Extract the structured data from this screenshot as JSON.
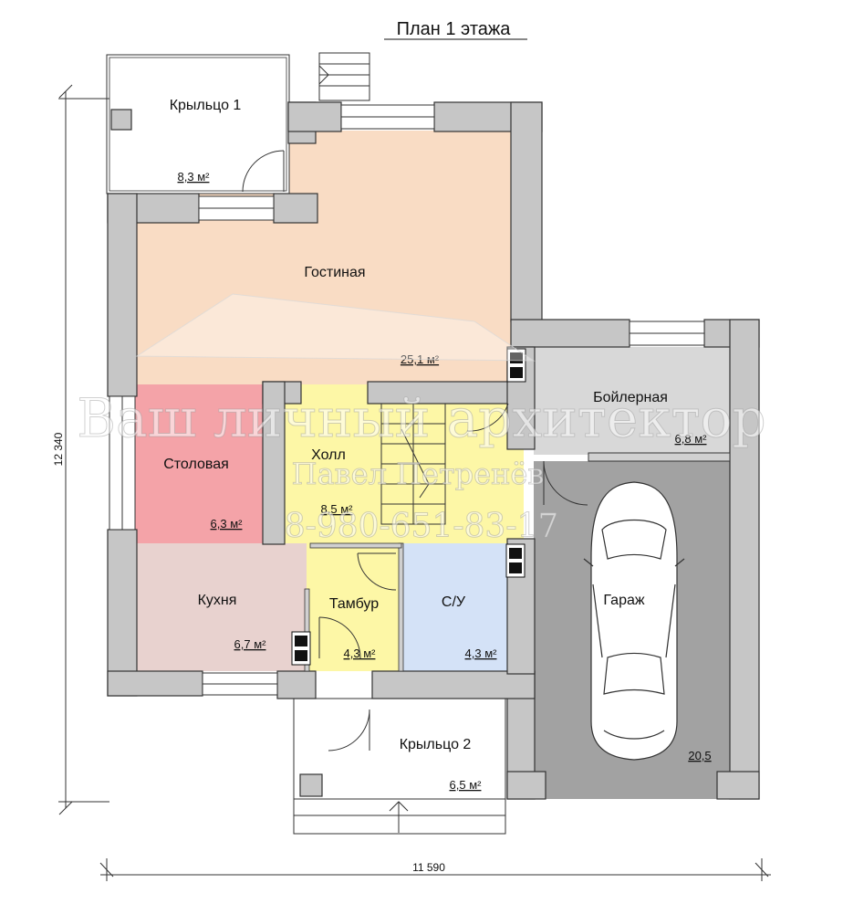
{
  "title": "План 1 этажа",
  "rooms": [
    {
      "name": "Крыльцо 1",
      "area": "8,3 м²"
    },
    {
      "name": "Гостиная",
      "area": "25,1 м²"
    },
    {
      "name": "Бойлерная",
      "area": "6,8 м²"
    },
    {
      "name": "Столовая",
      "area": "6,3 м²"
    },
    {
      "name": "Холл",
      "area": "8,5 м²"
    },
    {
      "name": "Кухня",
      "area": "6,7 м²"
    },
    {
      "name": "Тамбур",
      "area": "4,3 м²"
    },
    {
      "name": "С/У",
      "area": "4,3 м²"
    },
    {
      "name": "Гараж",
      "area": "20,5"
    },
    {
      "name": "Крыльцо 2",
      "area": "6,5 м²"
    }
  ],
  "dimensions": {
    "height": "12 340",
    "width": "11 590"
  },
  "watermark": {
    "line1": "Ваш личный архитектор",
    "line2": "Павел Петренёв",
    "line3": "8-980-651-83-17"
  },
  "colors": {
    "living": "#f9dcc4",
    "dining": "#f4a3a8",
    "hall": "#fdf7a6",
    "kitchen": "#e8d2cf",
    "bathroom": "#d4e2f7",
    "boiler": "#d8d8d8",
    "garage": "#a2a2a2",
    "wall": "#c6c6c6"
  }
}
